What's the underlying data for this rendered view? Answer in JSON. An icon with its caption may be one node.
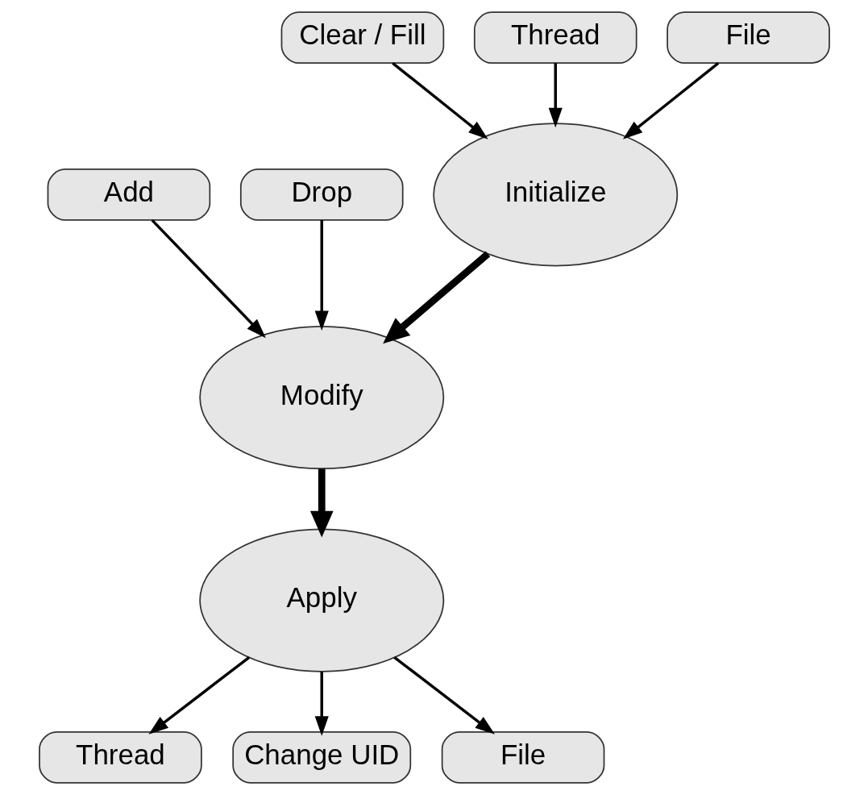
{
  "diagram": {
    "nodes": [
      {
        "text": [
          "Initialize"
        ]
      },
      {
        "text": [
          "Clear / Fill"
        ]
      },
      {
        "text": [
          "Thread"
        ]
      },
      {
        "text": [
          "File"
        ]
      },
      {
        "text": [
          "Modify"
        ]
      },
      {
        "text": [
          "Add"
        ]
      },
      {
        "text": [
          "Drop"
        ]
      },
      {
        "text": [
          "Apply"
        ]
      },
      {
        "text": [
          "Thread"
        ]
      },
      {
        "text": [
          "Change UID"
        ]
      },
      {
        "text": [
          "File"
        ]
      }
    ],
    "edges": [
      {
        "from": 1,
        "to": 0,
        "arrow": "to"
      },
      {
        "from": 2,
        "to": 0,
        "arrow": "to"
      },
      {
        "from": 3,
        "to": 0,
        "arrow": "to"
      },
      {
        "from": 0,
        "to": 4,
        "arrow": "to",
        "style": "thick"
      },
      {
        "from": 5,
        "to": 4,
        "arrow": "to"
      },
      {
        "from": 6,
        "to": 4,
        "arrow": "to"
      },
      {
        "from": 4,
        "to": 7,
        "arrow": "to",
        "style": "thick"
      },
      {
        "from": 7,
        "to": 8,
        "arrow": "to"
      },
      {
        "from": 7,
        "to": 9,
        "arrow": "to"
      },
      {
        "from": 7,
        "to": 10,
        "arrow": "to"
      }
    ]
  }
}
